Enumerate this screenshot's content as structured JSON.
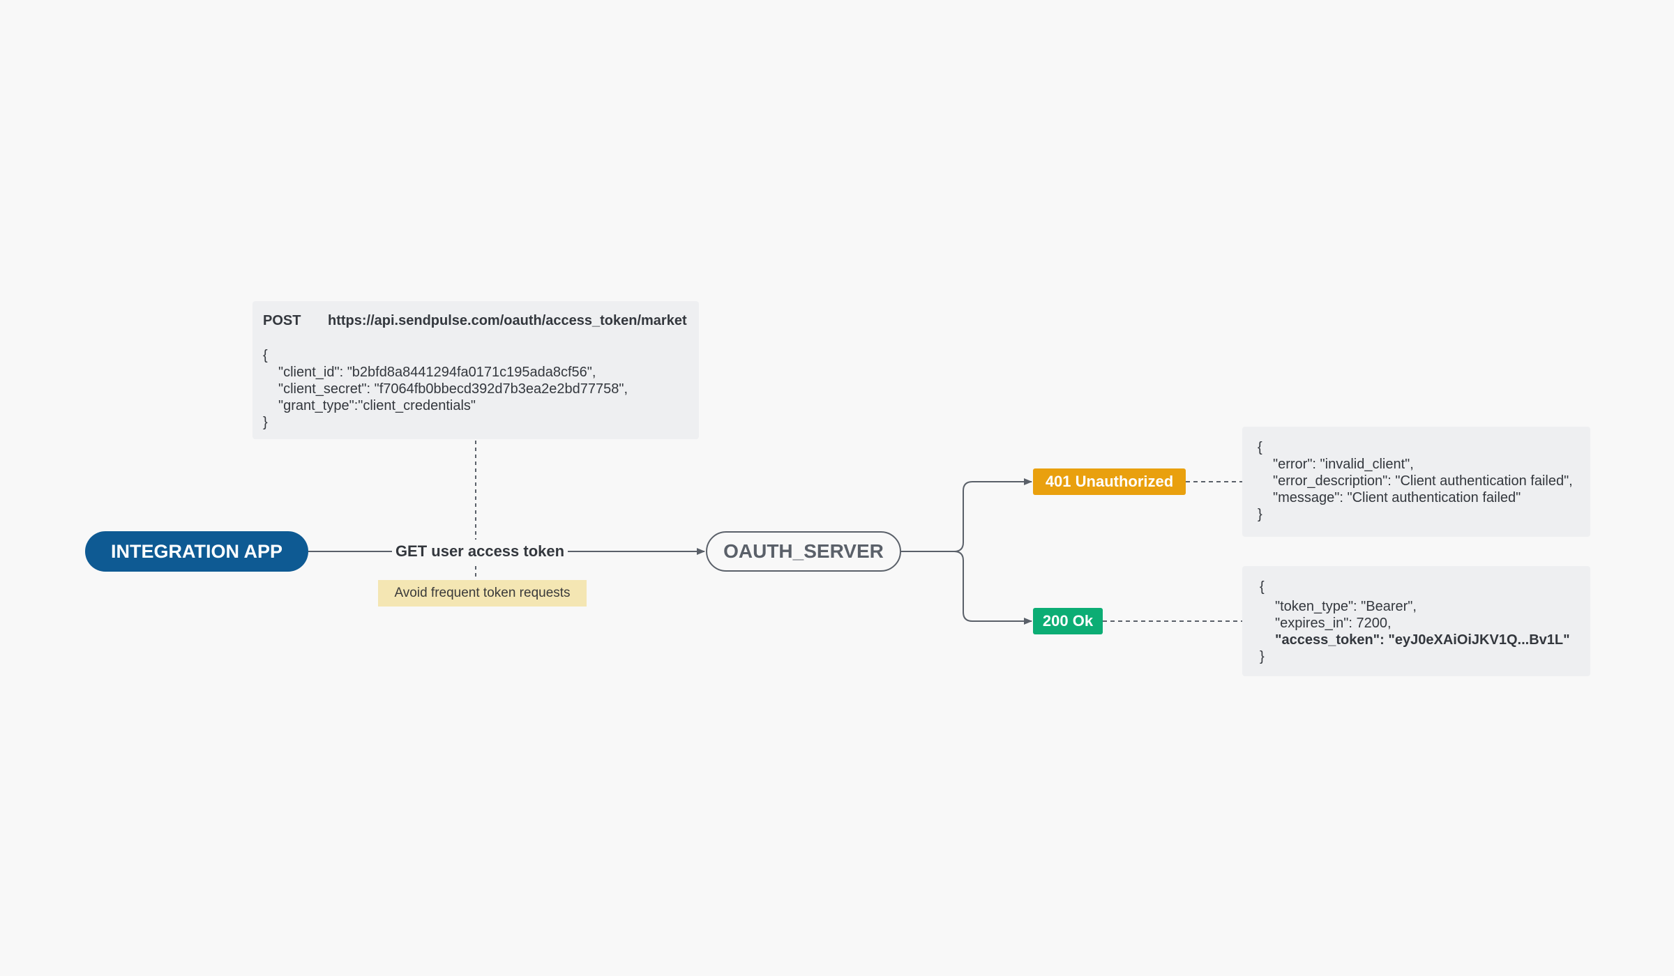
{
  "nodes": {
    "client_app": "INTEGRATION APP",
    "server": "OAUTH_SERVER"
  },
  "edge_label": "GET user access token",
  "note": "Avoid frequent token requests",
  "request": {
    "method": "POST",
    "url": "https://api.sendpulse.com/oauth/access_token/market",
    "open_brace": "{",
    "lines": [
      "\"client_id\": \"b2bfd8a8441294fa0171c195ada8cf56\",",
      "\"client_secret\": \"f7064fb0bbecd392d7b3ea2e2bd77758\",",
      "\"grant_type\":\"client_credentials\""
    ],
    "close_brace": "}"
  },
  "responses": {
    "unauthorized": {
      "status": "401 Unauthorized",
      "color": "#e9a00e",
      "open_brace": "{",
      "lines": [
        "\"error\": \"invalid_client\",",
        "\"error_description\": \"Client authentication failed\",",
        "\"message\": \"Client authentication failed\""
      ],
      "close_brace": "}"
    },
    "ok": {
      "status": "200 Ok",
      "color": "#0cad74",
      "open_brace": "{",
      "lines": [
        "\"token_type\": \"Bearer\",",
        "\"expires_in\": 7200,",
        "\"access_token\": \"eyJ0eXAiOiJKV1Q...Bv1L\""
      ],
      "close_brace": "}"
    }
  },
  "colors": {
    "app_fill": "#0e5a93",
    "server_stroke": "#5a6069",
    "note_fill": "#f4e6b3",
    "card_fill": "#eeeff1",
    "background": "#f8f8f8"
  }
}
